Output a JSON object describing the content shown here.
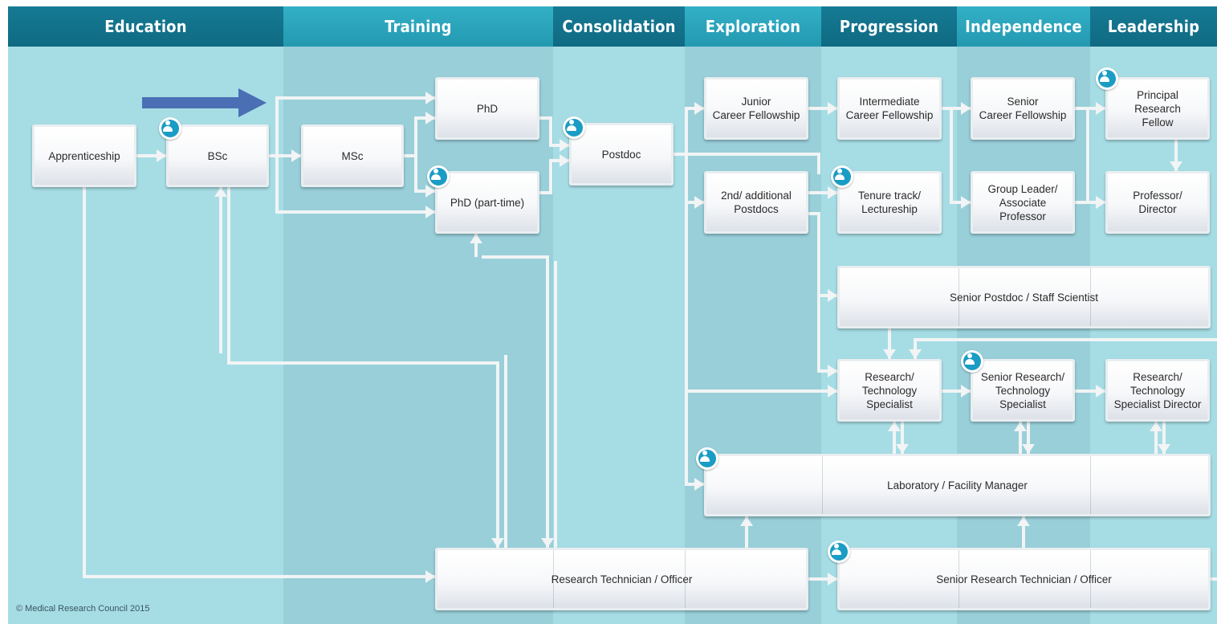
{
  "title": "",
  "columns": [
    {
      "id": "education",
      "label": "Education"
    },
    {
      "id": "training",
      "label": "Training"
    },
    {
      "id": "consolidation",
      "label": "Consolidation"
    },
    {
      "id": "exploration",
      "label": "Exploration"
    },
    {
      "id": "progression",
      "label": "Progression"
    },
    {
      "id": "independence",
      "label": "Independence"
    },
    {
      "id": "leadership",
      "label": "Leadership"
    }
  ],
  "nodes": {
    "apprenticeship": "Apprenticeship",
    "bsc": "BSc",
    "msc": "MSc",
    "phd": "PhD",
    "phd_part_time": "PhD (part-time)",
    "postdoc": "Postdoc",
    "junior_fellowship": "Junior\nCareer Fellowship",
    "additional_postdocs": "2nd/ additional\nPostdocs",
    "intermediate_fellowship": "Intermediate\nCareer Fellowship",
    "tenure_track": "Tenure track/\nLectureship",
    "senior_fellowship": "Senior\nCareer Fellowship",
    "group_leader": "Group Leader/\nAssociate\nProfessor",
    "principal_fellow": "Principal\nResearch\nFellow",
    "professor": "Professor/\nDirector",
    "senior_postdoc": "Senior Postdoc / Staff Scientist",
    "specialist": "Research/\nTechnology\nSpecialist",
    "senior_specialist": "Senior Research/\nTechnology\nSpecialist",
    "specialist_director": "Research/\nTechnology\nSpecialist Director",
    "lab_manager": "Laboratory / Facility Manager",
    "technician": "Research Technician / Officer",
    "senior_technician": "Senior Research Technician / Officer"
  },
  "entry_point_icon": "person-icon",
  "direction_icon": "right-arrow-icon",
  "colors": {
    "header_dark": "#137089",
    "header_light": "#2aa6bd",
    "column_light": "#a6dde5",
    "column_shade": "#98cfd9",
    "connector": "#f2f4f5",
    "badge": "#1a9cc4",
    "direction_arrow": "#4a6fb5"
  },
  "footer": {
    "copyright": "© Medical Research Council 2015"
  }
}
